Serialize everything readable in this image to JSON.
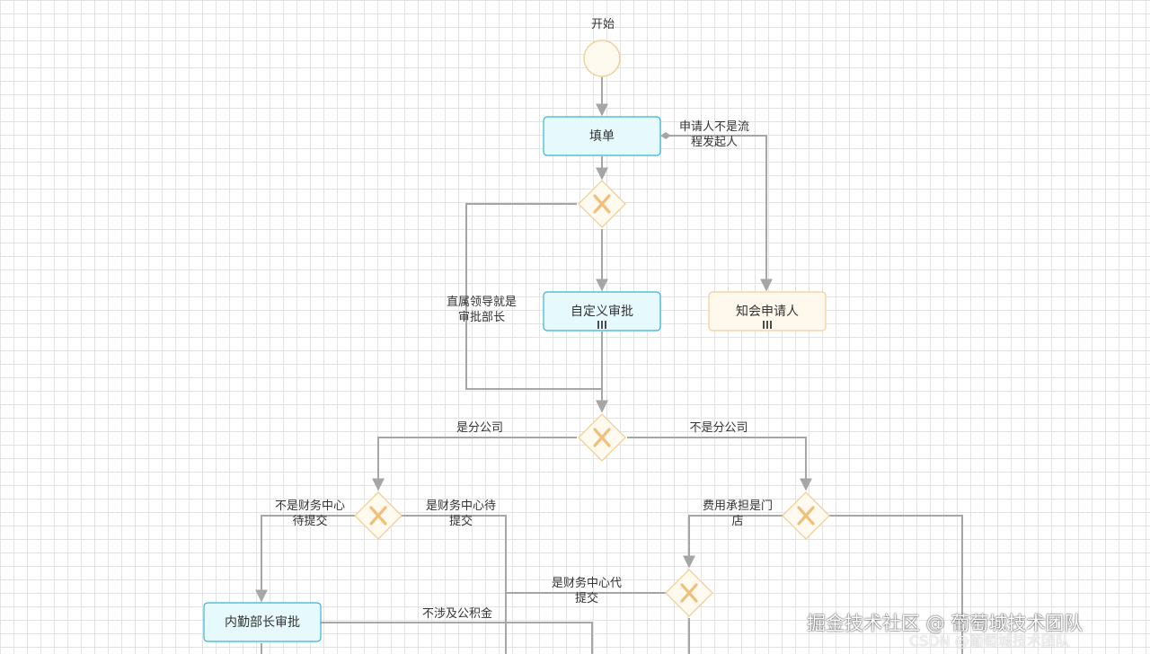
{
  "colors": {
    "task_fill": "#e6f9fd",
    "task_stroke": "#37b3d6",
    "notify_fill": "#fff8ec",
    "notify_stroke": "#f3cf98",
    "gateway_fill": "#fffaf0",
    "gateway_stroke": "#f3cf98",
    "gateway_mark": "#f0c07a",
    "edge": "#a6a6a6"
  },
  "start_event": {
    "label": "开始"
  },
  "tasks": {
    "fill_form": "填单",
    "custom_approval": "自定义审批",
    "notify_applicant": "知会申请人",
    "internal_minister": "内勤部长审批"
  },
  "multi_instance_mark": "|||",
  "edges": {
    "applicant_not_initiator": [
      "申请人不是流",
      "程发起人"
    ],
    "direct_leader_is_minister": [
      "直属领导就是",
      "审批部长"
    ],
    "is_branch": "是分公司",
    "not_branch": "不是分公司",
    "not_finance_pending": [
      "不是财务中心",
      "待提交"
    ],
    "finance_pending": [
      "是财务中心待",
      "提交"
    ],
    "cost_borne_store": [
      "费用承担是门",
      "店"
    ],
    "finance_proxy_submit": [
      "是财务中心代",
      "提交"
    ],
    "no_provident_fund": "不涉及公积金"
  },
  "watermark": {
    "main": "掘金技术社区 @ 葡萄城技术团队",
    "secondary": "CSDN @葡萄城技术团队"
  }
}
